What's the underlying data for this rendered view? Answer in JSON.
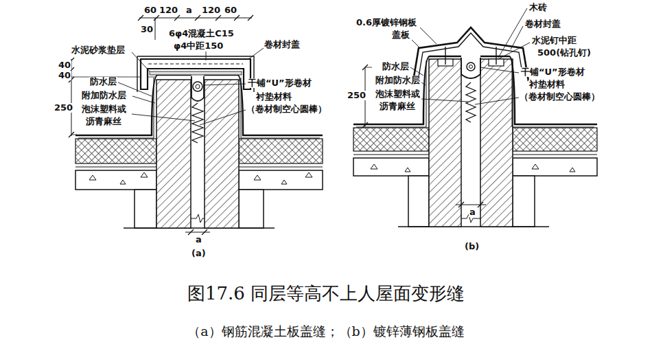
{
  "diagram": {
    "title": "图17.6 同层等高不上人屋面变形缝",
    "caption": "（a）钢筋混凝土板盖缝；（b）镀锌薄钢板盖缝",
    "labels": [
      "60",
      "120",
      "a",
      "120",
      "60",
      "30",
      "6φ4混凝土C15",
      "φ4中距150",
      "水泥砂浆垫层",
      "卷材封盖",
      "40",
      "40",
      "防水层",
      "附加防水层",
      "250",
      "泡沫塑料或",
      "沥青麻丝",
      "干铺“U”形卷材",
      "衬垫材料",
      "（卷材制空心圆棒）",
      "a",
      "(a)",
      "0.6厚镀锌钢板",
      "盖板",
      "木砖",
      "卷材封盖",
      "水泥钉中距",
      "500(钻孔钉)",
      "防水层",
      "附加防水层",
      "250",
      "泡沫塑料或",
      "沥青麻丝",
      "干铺“U”形卷材",
      "衬垫材料",
      "（卷材制空心圆棒）",
      "a",
      "(b)"
    ]
  }
}
